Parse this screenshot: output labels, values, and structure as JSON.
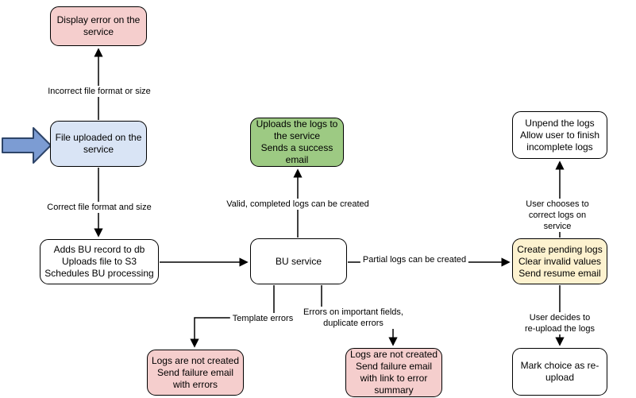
{
  "diagram": {
    "type": "flowchart",
    "colors": {
      "background": "#ffffff",
      "node_border": "#000000",
      "connector": "#000000",
      "node_pink": "#f5cecd",
      "node_blue": "#d9e4f5",
      "node_green": "#9dca83",
      "node_yellow": "#fdf2cf",
      "node_white": "#ffffff",
      "pointer_fill": "#7c9cd3",
      "pointer_border": "#2e4569"
    },
    "nodes": {
      "display_error": {
        "label": "Display error on the\nservice",
        "fill": "#f5cecd"
      },
      "file_uploaded": {
        "label": "File uploaded on the\nservice",
        "fill": "#d9e4f5"
      },
      "adds_bu_record": {
        "label": "Adds BU record to db\nUploads file to S3\nSchedules BU processing",
        "fill": "#ffffff"
      },
      "bu_service": {
        "label": "BU service",
        "fill": "#ffffff"
      },
      "uploads_logs": {
        "label": "Uploads the logs to\nthe service\nSends a success\nemail",
        "fill": "#9dca83"
      },
      "unpend_logs": {
        "label": "Unpend the logs\nAllow user to finish\nincomplete logs",
        "fill": "#ffffff"
      },
      "create_pending_logs": {
        "label": "Create pending logs\nClear invalid values\nSend resume email",
        "fill": "#fdf2cf"
      },
      "mark_choice_reupload": {
        "label": "Mark choice as re-\nupload",
        "fill": "#ffffff"
      },
      "logs_failure_errors": {
        "label": "Logs are not created\nSend failure email\nwith errors",
        "fill": "#f5cecd"
      },
      "logs_failure_summary": {
        "label": "Logs are not created\nSend failure email\nwith link to error\nsummary",
        "fill": "#f5cecd"
      }
    },
    "edge_labels": {
      "incorrect_format": "Incorrect file format or size",
      "correct_format": "Correct file format and size",
      "valid_logs": "Valid, completed logs can be created",
      "partial_logs": "Partial logs can be created",
      "user_corrects": "User chooses to correct logs on service",
      "user_reuploads": "User decides to re-upload the logs",
      "template_errors": "Template errors",
      "important_errors": "Errors on important fields,\nduplicate errors"
    }
  }
}
